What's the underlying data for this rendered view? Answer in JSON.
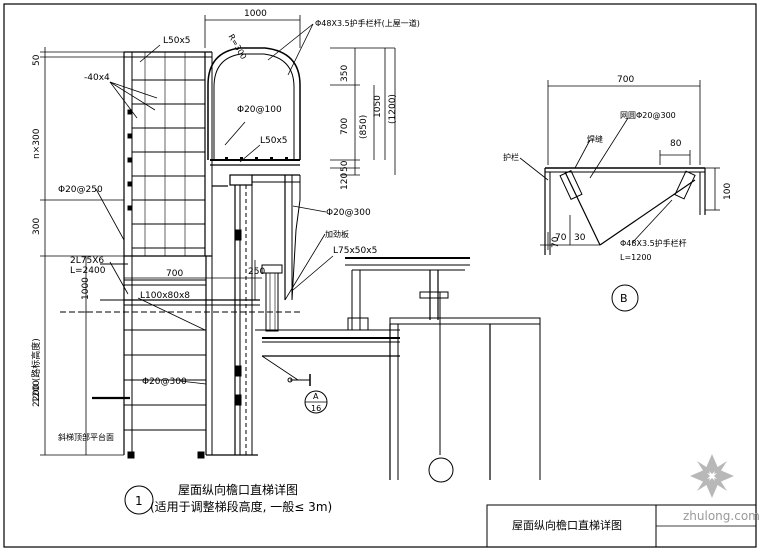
{
  "main_view": {
    "dims": {
      "top_width": "1000",
      "left_top": "50",
      "left_n300": "n×300",
      "left_300": "300",
      "left_2200": "2200 (路标高度)",
      "left_1000": "1000",
      "left_1200": "1200",
      "right_350": "350",
      "right_700": "700",
      "right_850": "(850)",
      "right_1050": "1050",
      "right_1200": "(1200)",
      "right_50": "50",
      "right_120": "120",
      "mid_700": "700",
      "mid_250": "250",
      "r_label": "R=300"
    },
    "labels": {
      "l50x5_top": "L50x5",
      "bar_40x4": "-40x4",
      "rail_top": "Φ48X3.5护手栏杆(上屋一道)",
      "rod_20_100": "Φ20@100",
      "l50x5_mid": "L50x5",
      "rod_20_250": "Φ20@250",
      "rod_20_300_right": "Φ20@300",
      "tie_plate": "加劲板",
      "l75x50x5": "L75x50x5",
      "angle_2l75": "2L75X6",
      "angle_2l75_len": "L=2400",
      "l100x80x8": "L100x80x8",
      "rod_20_300_bottom": "Φ20@300",
      "platform": "斜梯顶部平台面"
    },
    "callout": {
      "number": "A",
      "sheet": "16"
    }
  },
  "detail_b": {
    "dims": {
      "top_700": "700",
      "dim_80": "80",
      "dim_100": "100",
      "dim_70_a": "70",
      "dim_30": "30",
      "dim_70_b": "70"
    },
    "labels": {
      "rod_label": "网圆Φ20@300",
      "weld_label": "焊缝",
      "parapet": "护栏",
      "rail": "Φ48X3.5护手栏杆",
      "rail_len": "L=1200"
    },
    "marker": "B"
  },
  "caption": {
    "number": "1",
    "title": "屋面纵向檐口直梯详图",
    "subtitle": "(适用于调整梯段高度, 一般≤ 3m)"
  },
  "title_block": {
    "title": "屋面纵向檐口直梯详图"
  },
  "watermark": "zhulong.com"
}
